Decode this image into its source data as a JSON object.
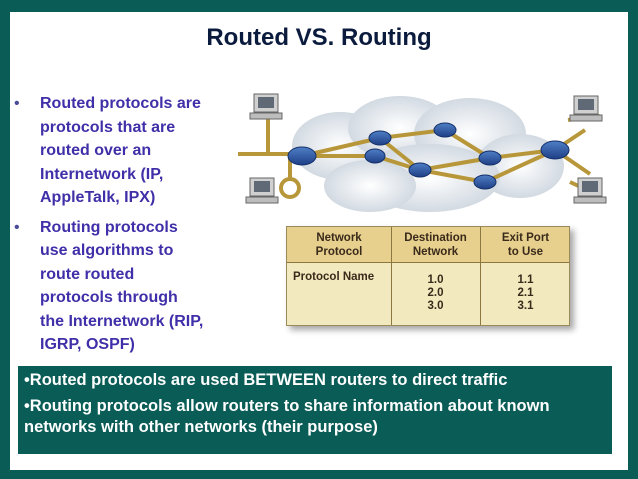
{
  "slide": {
    "title": "Routed VS. Routing",
    "bullets": [
      {
        "text": "Routed protocols are protocols that are routed over an Internetwork (IP, AppleTalk, IPX)"
      },
      {
        "text": "Routing protocols use algorithms to route routed protocols through the Internetwork (RIP, IGRP, OSPF)"
      }
    ],
    "table": {
      "headers": [
        [
          "Network",
          "Protocol"
        ],
        [
          "Destination",
          "Network"
        ],
        [
          "Exit Port",
          "to Use"
        ]
      ],
      "row_label": "Protocol Name",
      "destinations": [
        "1.0",
        "2.0",
        "3.0"
      ],
      "exit_ports": [
        "1.1",
        "2.1",
        "3.1"
      ]
    },
    "banner": [
      "•Routed protocols are used BETWEEN routers to direct traffic",
      "•Routing protocols allow routers to share information about known networks with other networks (their purpose)"
    ]
  },
  "colors": {
    "frame": "#0a5c56",
    "title": "#0b1b3d",
    "bullet_text": "#3f2fa8",
    "banner_text": "#ffffff"
  },
  "icons": [
    "router-icon",
    "computer-icon",
    "cloud-icon"
  ]
}
